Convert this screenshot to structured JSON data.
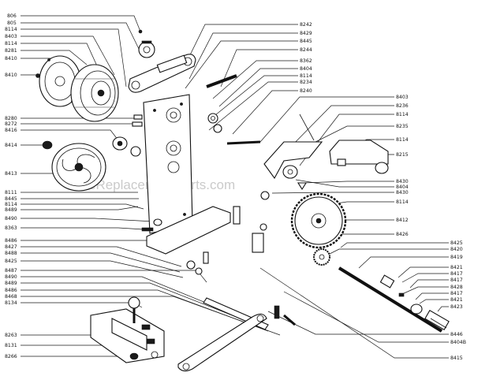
{
  "watermark": "eReplacementParts.com",
  "labels_left": [
    {
      "id": "806",
      "text": "806"
    },
    {
      "id": "805",
      "text": "805"
    },
    {
      "id": "8114a",
      "text": "8114"
    },
    {
      "id": "8403a",
      "text": "8403"
    },
    {
      "id": "8114b",
      "text": "8114"
    },
    {
      "id": "8281",
      "text": "8281"
    },
    {
      "id": "8410",
      "text": "8410"
    },
    {
      "id": "8410b",
      "text": "8410"
    },
    {
      "id": "8280",
      "text": "8280"
    },
    {
      "id": "8272",
      "text": "8272"
    },
    {
      "id": "8416",
      "text": "8416"
    },
    {
      "id": "8414",
      "text": "8414"
    },
    {
      "id": "8413",
      "text": "8413"
    },
    {
      "id": "8111",
      "text": "8111"
    },
    {
      "id": "8445a",
      "text": "8445"
    },
    {
      "id": "8114c",
      "text": "8114"
    },
    {
      "id": "8489a",
      "text": "8489"
    },
    {
      "id": "8490a",
      "text": "8490"
    },
    {
      "id": "8363",
      "text": "8363"
    },
    {
      "id": "8486a",
      "text": "8486"
    },
    {
      "id": "8427",
      "text": "8427"
    },
    {
      "id": "8488",
      "text": "8488"
    },
    {
      "id": "8425a",
      "text": "8425"
    },
    {
      "id": "8487",
      "text": "8487"
    },
    {
      "id": "8490b",
      "text": "8490"
    },
    {
      "id": "8489b",
      "text": "8489"
    },
    {
      "id": "8486b",
      "text": "8486"
    },
    {
      "id": "8468",
      "text": "8468"
    },
    {
      "id": "8134",
      "text": "8134"
    },
    {
      "id": "8263",
      "text": "8263"
    },
    {
      "id": "8131",
      "text": "8131"
    },
    {
      "id": "8266",
      "text": "8266"
    }
  ],
  "labels_mid": [
    {
      "id": "8242",
      "text": "8242"
    },
    {
      "id": "8429",
      "text": "8429"
    },
    {
      "id": "8445b",
      "text": "8445"
    },
    {
      "id": "8244",
      "text": "8244"
    },
    {
      "id": "8362",
      "text": "8362"
    },
    {
      "id": "8404a",
      "text": "8404"
    },
    {
      "id": "8114d",
      "text": "8114"
    },
    {
      "id": "8234",
      "text": "8234"
    },
    {
      "id": "8240",
      "text": "8240"
    }
  ],
  "labels_right": [
    {
      "id": "8403b",
      "text": "8403"
    },
    {
      "id": "8236",
      "text": "8236"
    },
    {
      "id": "8114e",
      "text": "8114"
    },
    {
      "id": "8235",
      "text": "8235"
    },
    {
      "id": "8114f",
      "text": "8114"
    },
    {
      "id": "8215",
      "text": "8215"
    },
    {
      "id": "8430a",
      "text": "8430"
    },
    {
      "id": "8404b",
      "text": "8404"
    },
    {
      "id": "8430b",
      "text": "8430"
    },
    {
      "id": "8114g",
      "text": "8114"
    },
    {
      "id": "8412",
      "text": "8412"
    },
    {
      "id": "8426",
      "text": "8426"
    },
    {
      "id": "8425b",
      "text": "8425"
    },
    {
      "id": "8420",
      "text": "8420"
    },
    {
      "id": "8419",
      "text": "8419"
    },
    {
      "id": "8421a",
      "text": "8421"
    },
    {
      "id": "8417a",
      "text": "8417"
    },
    {
      "id": "8417b",
      "text": "8417"
    },
    {
      "id": "8428",
      "text": "8428"
    },
    {
      "id": "8417c",
      "text": "8417"
    },
    {
      "id": "8421b",
      "text": "8421"
    },
    {
      "id": "8423",
      "text": "8423"
    },
    {
      "id": "8446",
      "text": "8446"
    },
    {
      "id": "8404B",
      "text": "8404B"
    },
    {
      "id": "8415",
      "text": "8415"
    }
  ]
}
